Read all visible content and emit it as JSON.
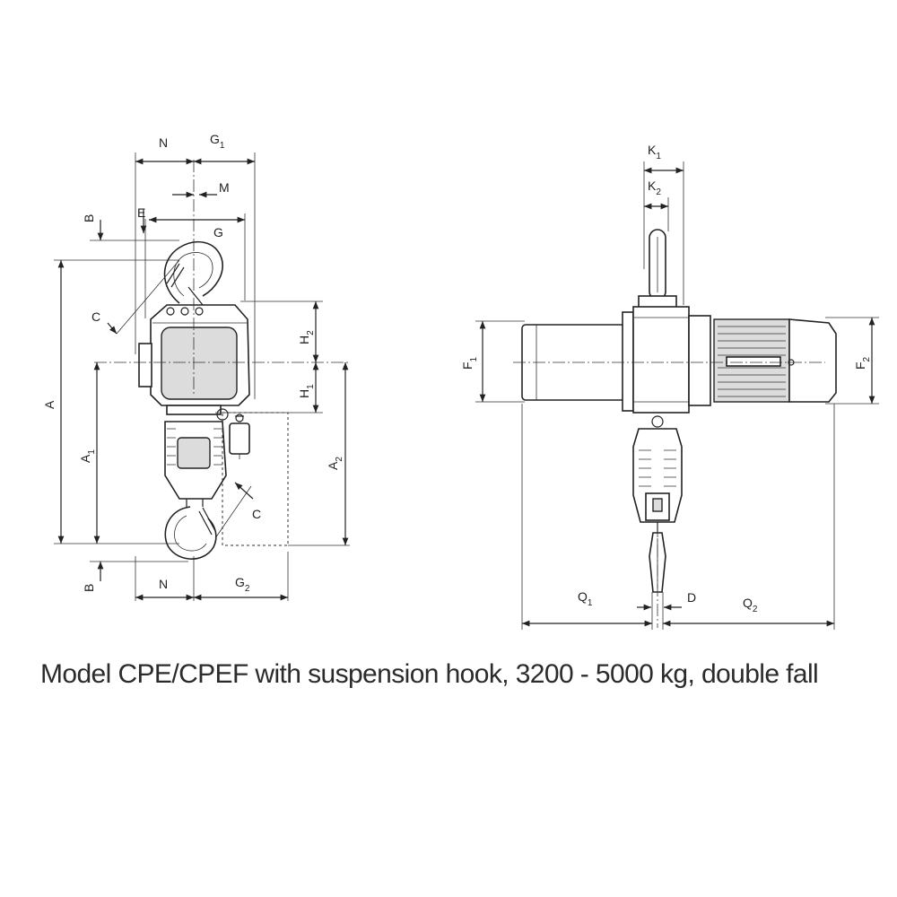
{
  "caption": "Model CPE/CPEF with suspension hook, 3200 - 5000 kg, double fall",
  "left_view": {
    "label_N_top": "N",
    "label_G1": {
      "main": "G",
      "sub": "1"
    },
    "label_M": "M",
    "label_E": "E",
    "label_B_top": "B",
    "label_G": "G",
    "label_C_top": "C",
    "label_A": "A",
    "label_A1": {
      "main": "A",
      "sub": "1"
    },
    "label_H2": {
      "main": "H",
      "sub": "2"
    },
    "label_H1": {
      "main": "H",
      "sub": "1"
    },
    "label_A2": {
      "main": "A",
      "sub": "2"
    },
    "label_C_bottom": "C",
    "label_B_bottom": "B",
    "label_N_bottom": "N",
    "label_G2": {
      "main": "G",
      "sub": "2"
    }
  },
  "right_view": {
    "label_K1": {
      "main": "K",
      "sub": "1"
    },
    "label_K2": {
      "main": "K",
      "sub": "2"
    },
    "label_F1": {
      "main": "F",
      "sub": "1"
    },
    "label_F2": {
      "main": "F",
      "sub": "2"
    },
    "label_Q1": {
      "main": "Q",
      "sub": "1"
    },
    "label_D": "D",
    "label_Q2": {
      "main": "Q",
      "sub": "2"
    }
  }
}
